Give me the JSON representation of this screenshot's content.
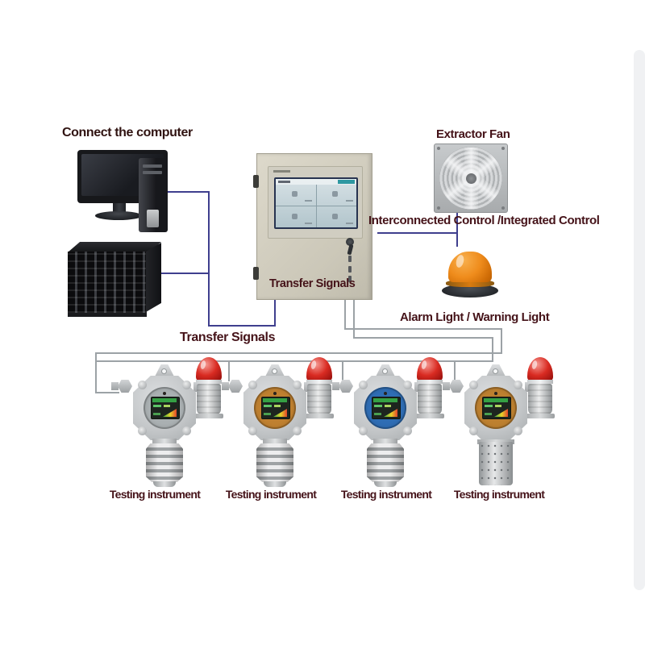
{
  "labels": {
    "connect_computer": "Connect the computer",
    "extractor_fan": "Extractor Fan",
    "interconnected_control": "Interconnected Control /Integrated Control",
    "transfer_signals_panel": "Transfer Signals",
    "alarm_light": "Alarm Light / Warning Light",
    "transfer_signals_detectors": "Transfer Signals"
  },
  "detectors": [
    {
      "label": "Testing instrument",
      "face_color": "#aab0b2"
    },
    {
      "label": "Testing instrument",
      "face_color": "#bf8030"
    },
    {
      "label": "Testing instrument",
      "face_color": "#2f6db4"
    },
    {
      "label": "Testing instrument",
      "face_color": "#bd8030"
    }
  ],
  "colors": {
    "page_bg": "#ffffff",
    "label_text": "#451319",
    "computer_label_text": "#301311",
    "wire_blue": "#3f3f8e",
    "wire_gray": "#9ca2a6",
    "beacon_orange": "#ef8c1c",
    "det_beacon_red": "#d92b22"
  }
}
